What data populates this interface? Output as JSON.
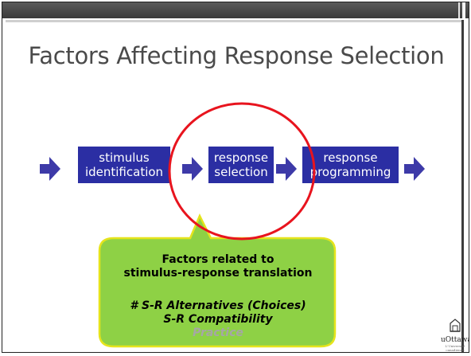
{
  "title": "Factors Affecting Response Selection",
  "flow": {
    "box1": {
      "line1": "stimulus",
      "line2": "identification"
    },
    "box2": {
      "line1": "response",
      "line2": "selection"
    },
    "box3": {
      "line1": "response",
      "line2": "programming"
    }
  },
  "callout": {
    "heading1": "Factors related to",
    "heading2": "stimulus-response translation",
    "item1": "# S-R Alternatives (Choices)",
    "item2": "S-R Compatibility",
    "item3": "Practice"
  },
  "logo": {
    "name": "uOttawa",
    "tagline": "L'Université canadienne Canada's university"
  },
  "colors": {
    "box": "#2b2ea3",
    "arrow": "#3d3aa8",
    "circle": "#e8141e",
    "callout_fill": "#8ed145",
    "callout_border": "#e6e41c",
    "practice_text": "#a6a6a6"
  }
}
